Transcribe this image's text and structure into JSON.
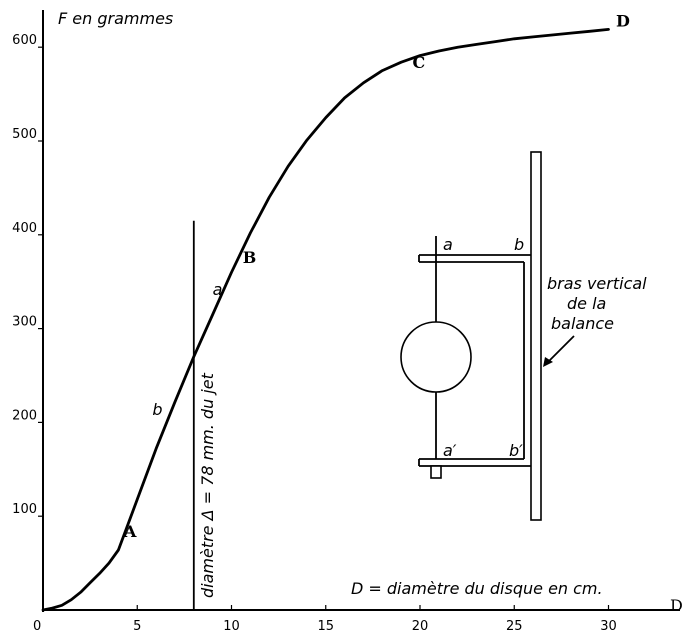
{
  "chart_data": {
    "type": "line",
    "title": "",
    "ylabel": "F en grammes",
    "xlabel": "D = diamètre du disque en cm.",
    "xaxis_end_label": "D",
    "xlim": [
      0,
      33
    ],
    "ylim": [
      0,
      625
    ],
    "x_ticks": [
      0,
      5,
      10,
      15,
      20,
      25,
      30
    ],
    "y_ticks": [
      100,
      200,
      300,
      400,
      500,
      600
    ],
    "series": [
      {
        "x": [
          0,
          0.5,
          1,
          1.5,
          2,
          2.5,
          3,
          3.5,
          4,
          5,
          6,
          7,
          8,
          9,
          10,
          11,
          12,
          13,
          14,
          15,
          16,
          17,
          18,
          19,
          20,
          21,
          22,
          23,
          24,
          25,
          26,
          27,
          28,
          29,
          30
        ],
        "y": [
          0,
          2,
          5,
          11,
          19,
          29,
          39,
          50,
          64,
          118,
          172,
          222,
          270,
          315,
          360,
          402,
          440,
          473,
          501,
          525,
          546,
          562,
          575,
          584,
          591,
          596,
          600,
          603,
          606,
          609,
          611,
          613,
          615,
          617,
          619
        ]
      }
    ],
    "vertical_marker": {
      "x": 8,
      "y_top": 415,
      "label": "diamètre Δ = 78 mm. du jet"
    },
    "curve_labels": [
      {
        "text": "A",
        "x": 4.3,
        "y": 78,
        "style": "serif"
      },
      {
        "text": "b",
        "x": 5.8,
        "y": 208,
        "style": "italic"
      },
      {
        "text": "a",
        "x": 9.0,
        "y": 336,
        "style": "italic"
      },
      {
        "text": "B",
        "x": 10.6,
        "y": 370,
        "style": "serif"
      },
      {
        "text": "C",
        "x": 19.6,
        "y": 578,
        "style": "serif"
      },
      {
        "text": "D",
        "x": 30.4,
        "y": 622,
        "style": "serif"
      }
    ]
  },
  "inset": {
    "labels": {
      "a_top": "a",
      "b_top": "b",
      "a_bottom": "a′",
      "b_bottom": "b′"
    },
    "callout_lines": [
      "bras vertical",
      "de la",
      "balance"
    ]
  },
  "origin_label": "0"
}
